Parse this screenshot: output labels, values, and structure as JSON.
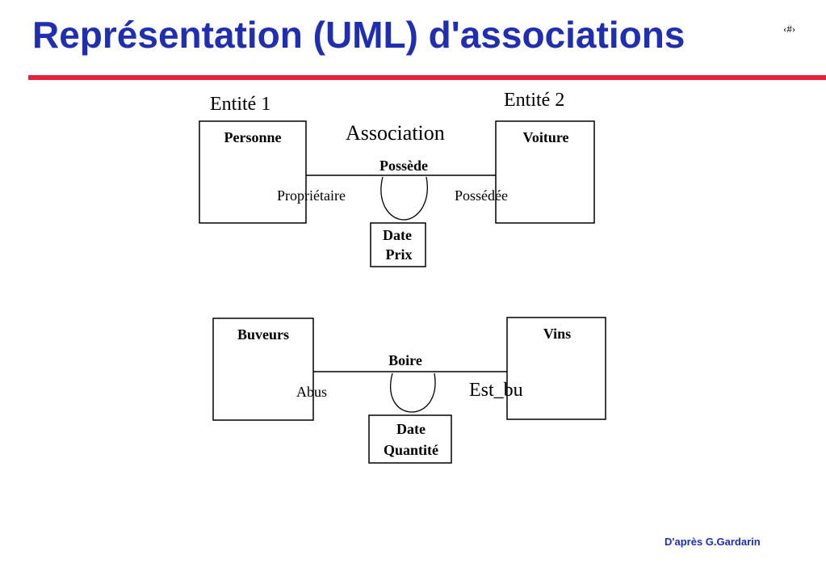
{
  "slide": {
    "title": "Représentation (UML) d'associations",
    "page_marker": "‹#›",
    "footer": "D'après G.Gardarin",
    "title_color": "#1f2fb0",
    "rule_color": "#e8213a"
  },
  "diagram1": {
    "entity1_caption": "Entité 1",
    "entity2_caption": "Entité 2",
    "association_caption": "Association",
    "entity1_name": "Personne",
    "entity2_name": "Voiture",
    "association_name": "Possède",
    "role_left": "Propriétaire",
    "role_right": "Possédée",
    "attributes": [
      "Date",
      "Prix"
    ]
  },
  "diagram2": {
    "entity1_name": "Buveurs",
    "entity2_name": "Vins",
    "association_name": "Boire",
    "role_left": "Abus",
    "role_right": "Est_bu",
    "attributes": [
      "Date",
      "Quantité"
    ]
  }
}
